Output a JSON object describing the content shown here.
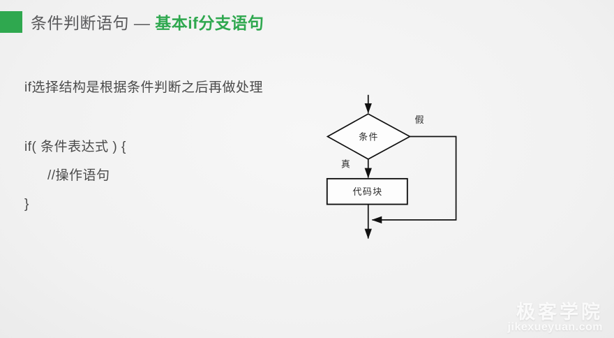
{
  "header": {
    "title_prefix": "条件判断语句 — ",
    "title_highlight": "基本if分支语句",
    "accent_color": "#2fa84f",
    "title_color": "#58585a"
  },
  "content": {
    "intro": "if选择结构是根据条件判断之后再做处理",
    "code_lines": [
      "if( 条件表达式 ) {",
      "//操作语句",
      "}"
    ]
  },
  "flowchart": {
    "condition_label": "条件",
    "true_label": "真",
    "false_label": "假",
    "block_label": "代码块",
    "line_color": "#111111",
    "shape_fill": "#fdfdfd"
  },
  "watermark": {
    "name": "极客学院",
    "domain": "jikexueyuan.com"
  }
}
